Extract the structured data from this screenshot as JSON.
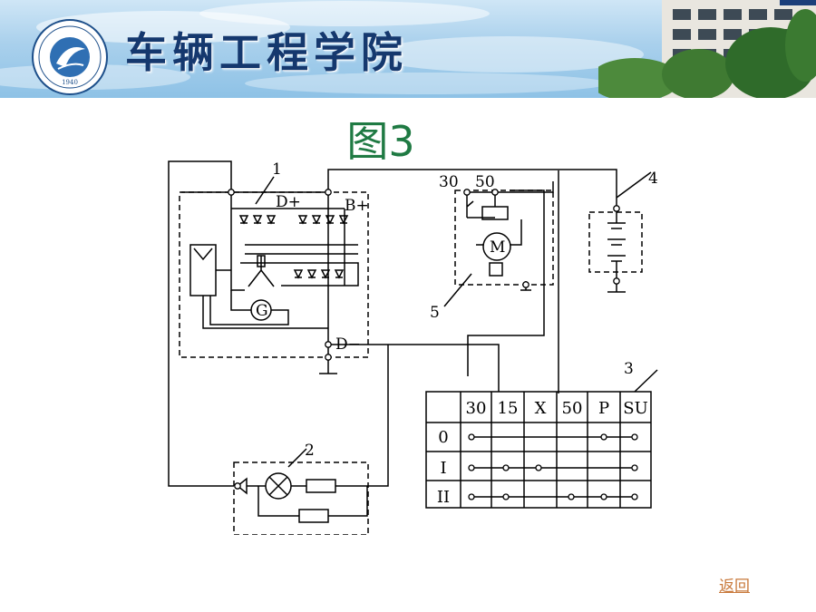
{
  "banner": {
    "title": "车辆工程学院",
    "logo_year": "1940"
  },
  "slide": {
    "title": "图3"
  },
  "diagram": {
    "callouts": [
      "1",
      "2",
      "3",
      "4",
      "5"
    ],
    "terminals": {
      "d_plus": "D+",
      "b_plus": "B+",
      "d_minus": "D−",
      "starter_30": "30",
      "starter_50": "50",
      "generator": "G",
      "motor": "M"
    },
    "switch_table": {
      "columns": [
        "30",
        "15",
        "X",
        "50",
        "P",
        "SU"
      ],
      "rows": [
        "0",
        "I",
        "II"
      ]
    }
  },
  "nav": {
    "back": "返回"
  }
}
